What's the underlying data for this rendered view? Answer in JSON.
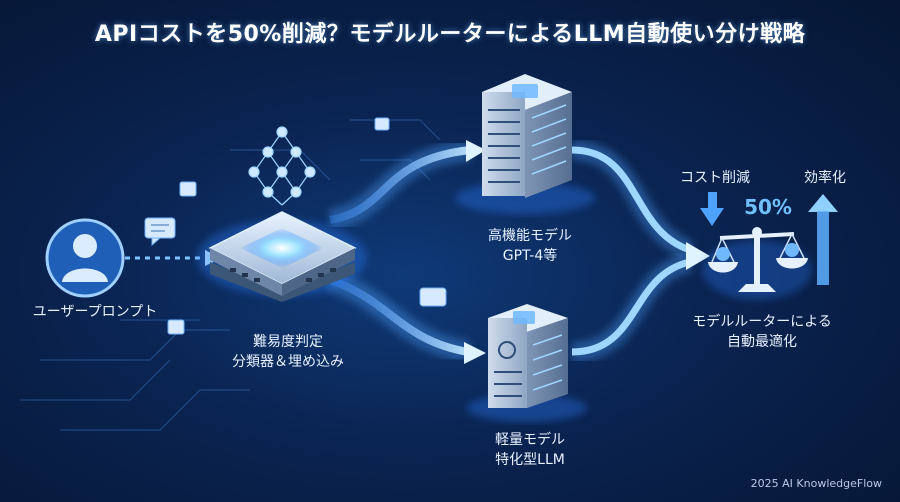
{
  "title": "APIコストを50%削減？モデルルーターによるLLM自動使い分け戦略",
  "nodes": {
    "user": {
      "label": "ユーザープロンプト"
    },
    "router": {
      "line1": "難易度判定",
      "line2": "分類器＆埋め込み"
    },
    "high_model": {
      "line1": "高機能モデル",
      "line2": "GPT-4等"
    },
    "light_model": {
      "line1": "軽量モデル",
      "line2": "特化型LLM"
    },
    "result": {
      "cost_label": "コスト削減",
      "percent": "50%",
      "efficiency_label": "効率化",
      "line1": "モデルルーターによる",
      "line2": "自動最適化"
    }
  },
  "footer": "2025 AI KnowledgeFlow",
  "colors": {
    "background": "#0a2350",
    "flow": "#7cc4ff",
    "accent": "#4da3ff"
  },
  "icons": [
    "user-icon",
    "neural-network-icon",
    "chat-bubble-icon",
    "chip-icon",
    "server-icon",
    "scale-icon",
    "arrow-down-icon",
    "arrow-up-icon"
  ]
}
